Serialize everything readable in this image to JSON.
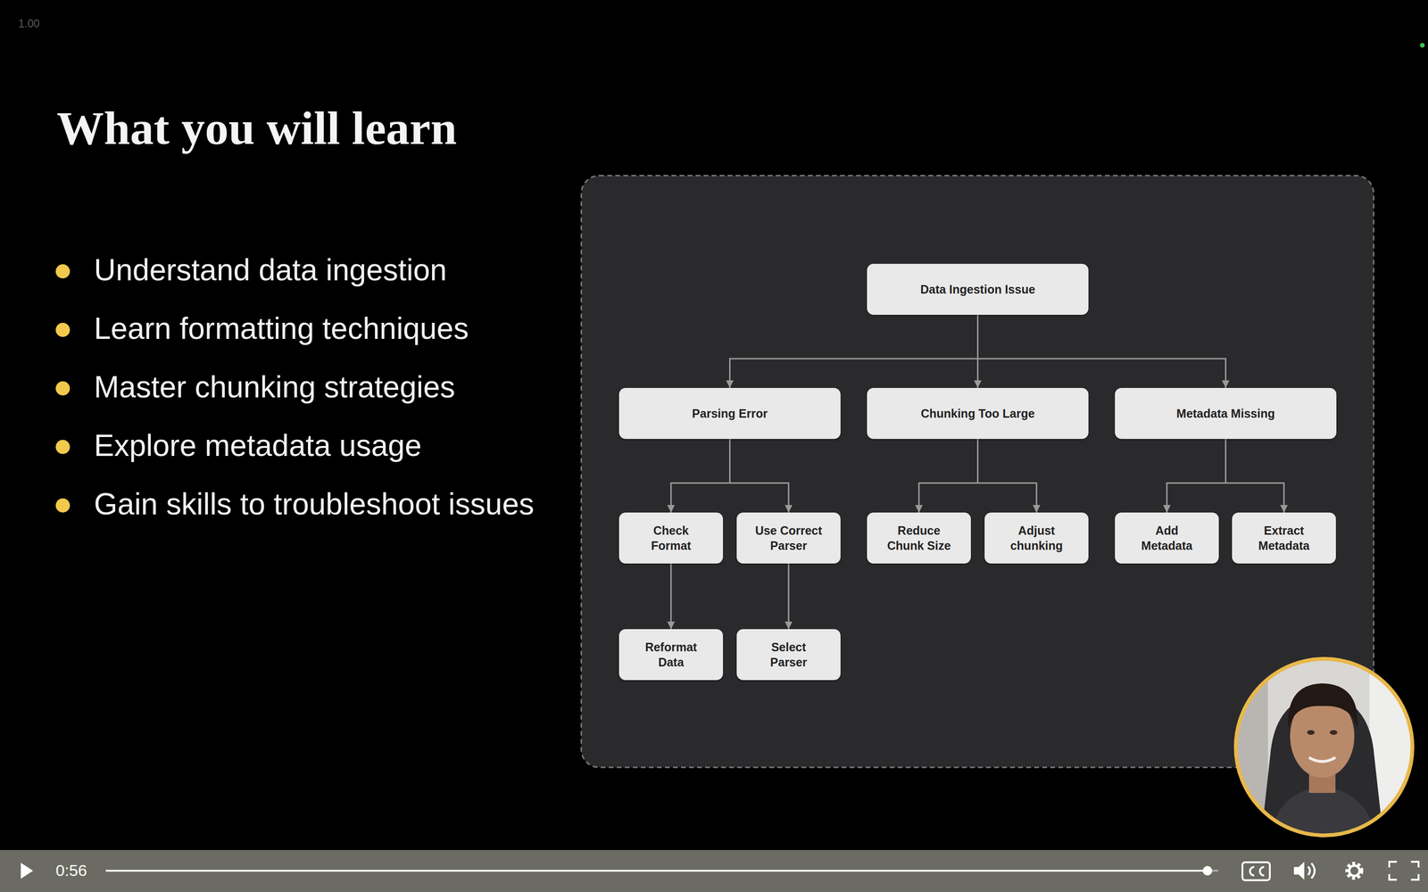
{
  "diagram": {
    "title": "What you will learn",
    "nodes": [
      {
        "text": [
          "Data Ingestion Issue"
        ]
      },
      {
        "text": [
          "Parsing Error"
        ]
      },
      {
        "text": [
          "Chunking Too Large"
        ]
      },
      {
        "text": [
          "Metadata Missing"
        ]
      },
      {
        "text": [
          "Check Format"
        ]
      },
      {
        "text": [
          "Use Correct Parser"
        ]
      },
      {
        "text": [
          "Reduce Chunk Size"
        ]
      },
      {
        "text": [
          "Adjust chunking"
        ]
      },
      {
        "text": [
          "Add Metadata"
        ]
      },
      {
        "text": [
          "Extract Metadata"
        ]
      },
      {
        "text": [
          "Reformat Data"
        ]
      },
      {
        "text": [
          "Select Parser"
        ]
      }
    ],
    "edges": [
      {
        "from": 0,
        "to": 1,
        "arrow": "to"
      },
      {
        "from": 0,
        "to": 2,
        "arrow": "to"
      },
      {
        "from": 0,
        "to": 3,
        "arrow": "to"
      },
      {
        "from": 1,
        "to": 4,
        "arrow": "to"
      },
      {
        "from": 1,
        "to": 5,
        "arrow": "to"
      },
      {
        "from": 2,
        "to": 6,
        "arrow": "to"
      },
      {
        "from": 2,
        "to": 7,
        "arrow": "to"
      },
      {
        "from": 3,
        "to": 8,
        "arrow": "to"
      },
      {
        "from": 3,
        "to": 9,
        "arrow": "to"
      },
      {
        "from": 4,
        "to": 10,
        "arrow": "to"
      },
      {
        "from": 5,
        "to": 11,
        "arrow": "to"
      }
    ],
    "labels": [
      "1.00",
      "Understand data ingestion",
      "Learn formatting techniques",
      "Master chunking strategies",
      "Explore metadata usage",
      "Gain skills to troubleshoot issues",
      "0:56"
    ]
  }
}
